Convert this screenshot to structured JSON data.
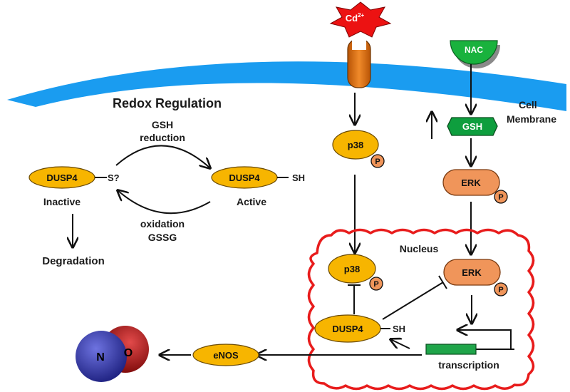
{
  "title": "Redox Regulation",
  "membrane_label_1": "Cell",
  "membrane_label_2": "Membrane",
  "nucleus_label": "Nucleus",
  "cadmium": {
    "base": "Cd",
    "superscript": "2+"
  },
  "nac": "NAC",
  "gsh": "GSH",
  "redox": {
    "reduction_line1": "GSH",
    "reduction_line2": "reduction",
    "oxidation_line1": "oxidation",
    "oxidation_line2": "GSSG",
    "inactive_protein": "DUSP4",
    "inactive_thiol": "S?",
    "inactive_state": "Inactive",
    "active_protein": "DUSP4",
    "active_thiol": "SH",
    "active_state": "Active",
    "degradation": "Degradation"
  },
  "cytoplasm": {
    "p38": "p38",
    "erk": "ERK",
    "phospho": "P"
  },
  "nucleus": {
    "p38": "p38",
    "erk": "ERK",
    "dusp4": "DUSP4",
    "dusp4_thiol": "SH",
    "phospho": "P",
    "transcription": "transcription"
  },
  "enos": "eNOS",
  "no_molecule": {
    "n": "N",
    "o": "O"
  },
  "colors": {
    "membrane": "#1a9cf0",
    "yellow_node": "#f7b500",
    "orange_node": "#f0955a",
    "phospho": "#f0955a",
    "nucleus_border": "#e81c1c",
    "gsh_fill": "#0e9e3e",
    "nac_fill": "#19b23d",
    "cd_fill": "#ec1212",
    "channel": "#d96b0c",
    "gene": "#1fa54a",
    "n_atom": "#2a2ea6",
    "o_atom": "#b01414"
  }
}
